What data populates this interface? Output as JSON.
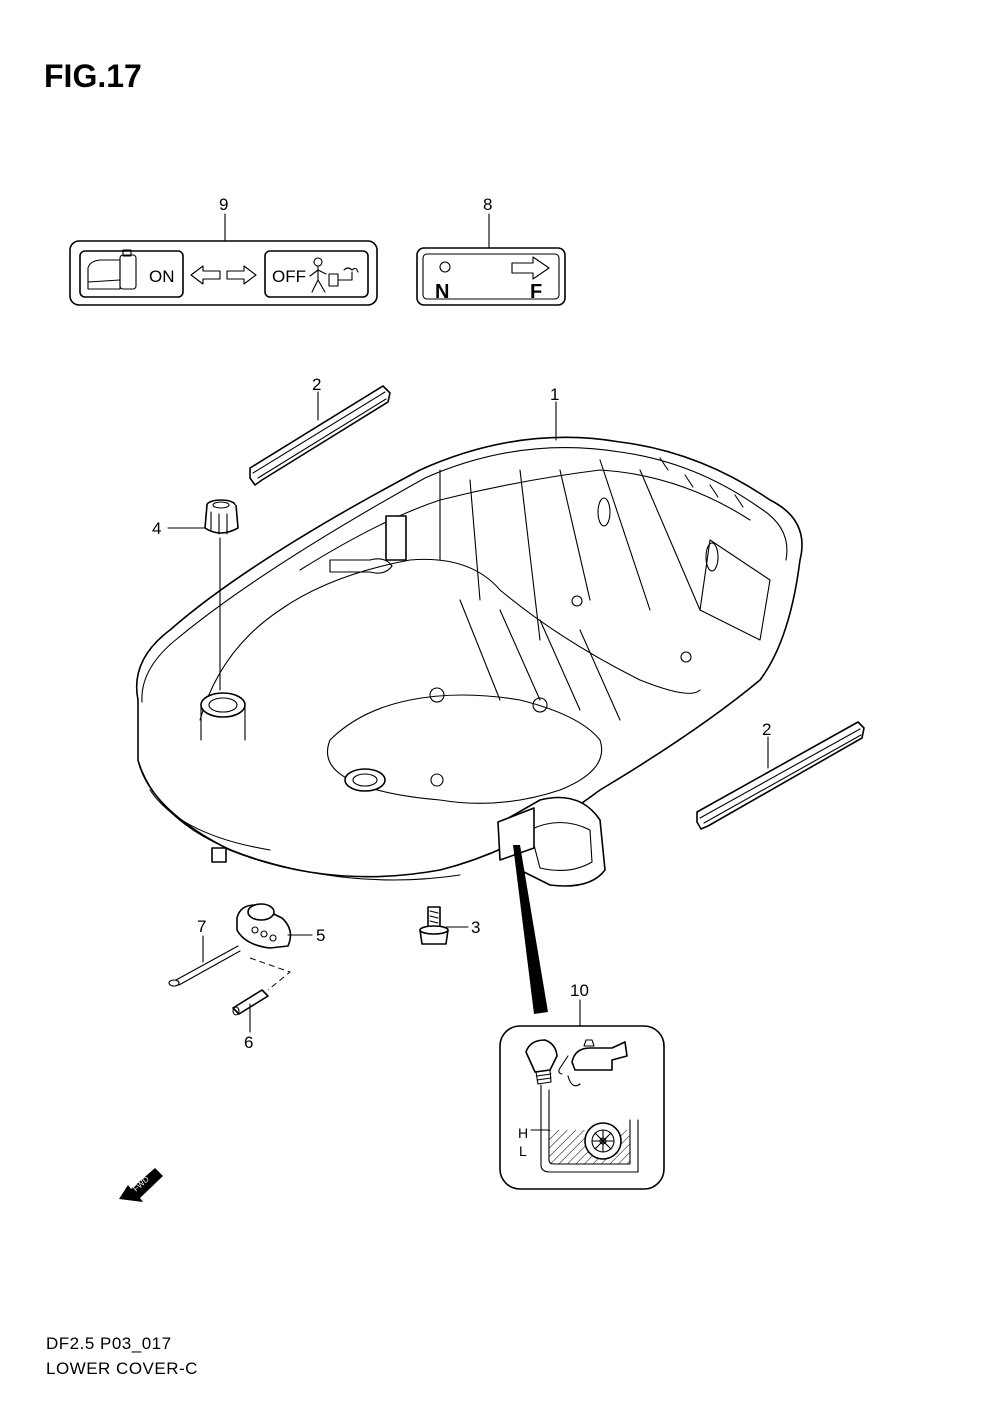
{
  "figure_title": "FIG.17",
  "callouts": {
    "c1": "1",
    "c2a": "2",
    "c2b": "2",
    "c3": "3",
    "c4": "4",
    "c5": "5",
    "c6": "6",
    "c7": "7",
    "c8": "8",
    "c9": "9",
    "c10": "10"
  },
  "label9": {
    "on": "ON",
    "off": "OFF"
  },
  "label8": {
    "n": "N",
    "f": "F"
  },
  "label10": {
    "h": "H",
    "l": "L"
  },
  "fwd_arrow": "FWD",
  "footer": {
    "model_code": "DF2.5  P03_017",
    "section_name": "LOWER COVER-C"
  }
}
